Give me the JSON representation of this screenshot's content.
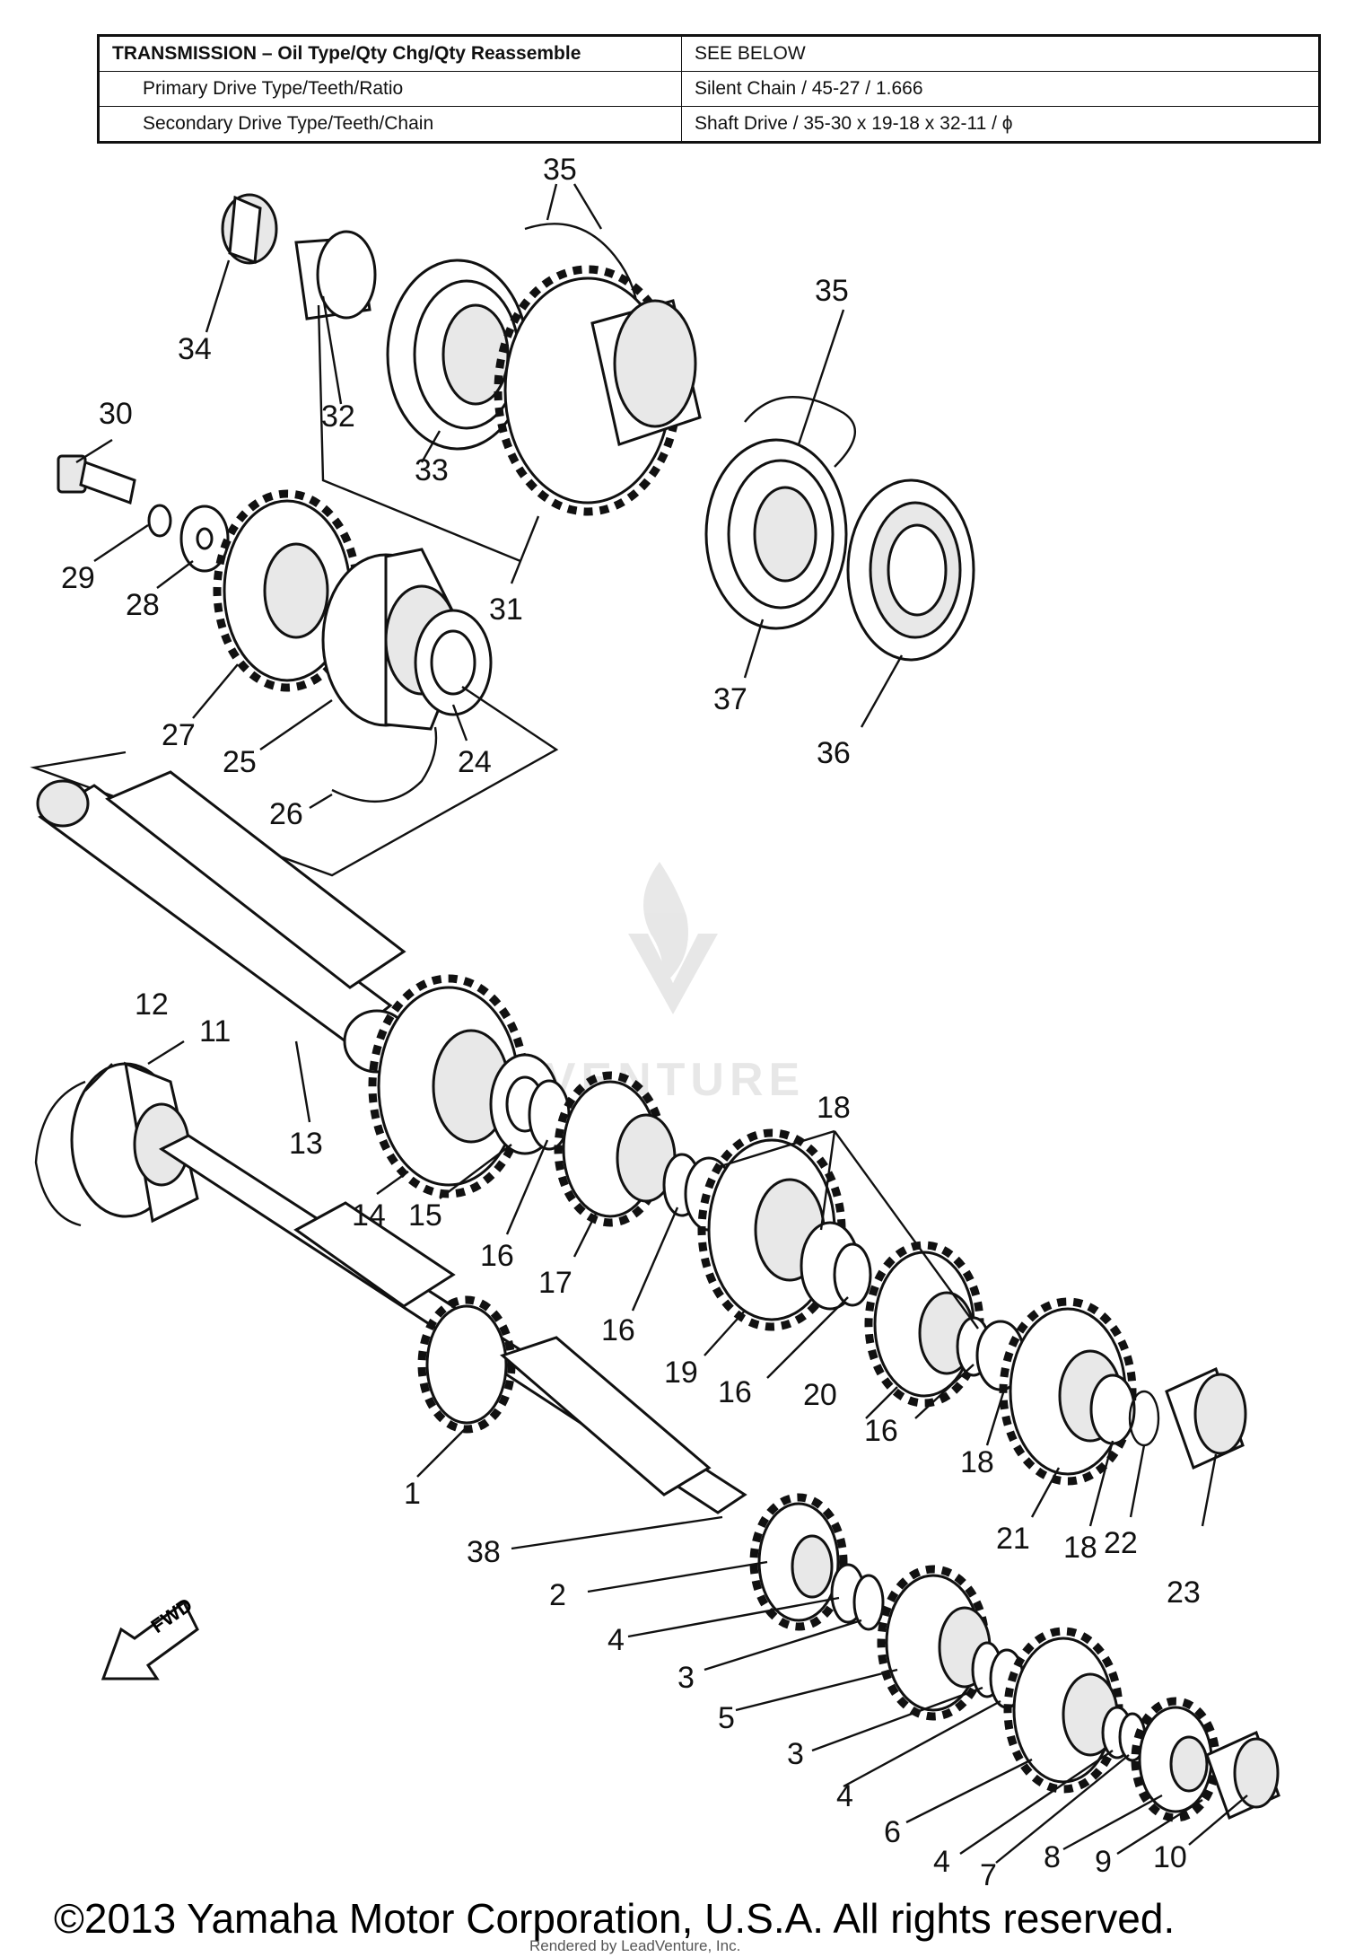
{
  "spec_table": {
    "rows": [
      {
        "label": "TRANSMISSION – Oil Type/Qty Chg/Qty Reassemble",
        "value": "SEE  BELOW"
      },
      {
        "label": "Primary Drive Type/Teeth/Ratio",
        "value": "Silent Chain / 45-27 / 1.666"
      },
      {
        "label": "Secondary Drive Type/Teeth/Chain",
        "value": "Shaft Drive / 35-30 x 19-18 x 32-11 / ϕ"
      }
    ]
  },
  "diagram": {
    "fwd_label": "FWD",
    "watermark": "VENTURE",
    "callouts": [
      "1",
      "2",
      "3",
      "3",
      "4",
      "4",
      "4",
      "5",
      "6",
      "7",
      "8",
      "9",
      "10",
      "11",
      "12",
      "13",
      "14",
      "15",
      "16",
      "16",
      "16",
      "16",
      "17",
      "18",
      "18",
      "18",
      "19",
      "20",
      "21",
      "22",
      "23",
      "24",
      "25",
      "26",
      "27",
      "28",
      "29",
      "30",
      "31",
      "32",
      "33",
      "34",
      "35",
      "35",
      "36",
      "37",
      "38"
    ]
  },
  "footer": {
    "copyright": "©2013 Yamaha Motor Corporation, U.S.A. All rights reserved.",
    "rendered_by": "Rendered by LeadVenture, Inc."
  }
}
